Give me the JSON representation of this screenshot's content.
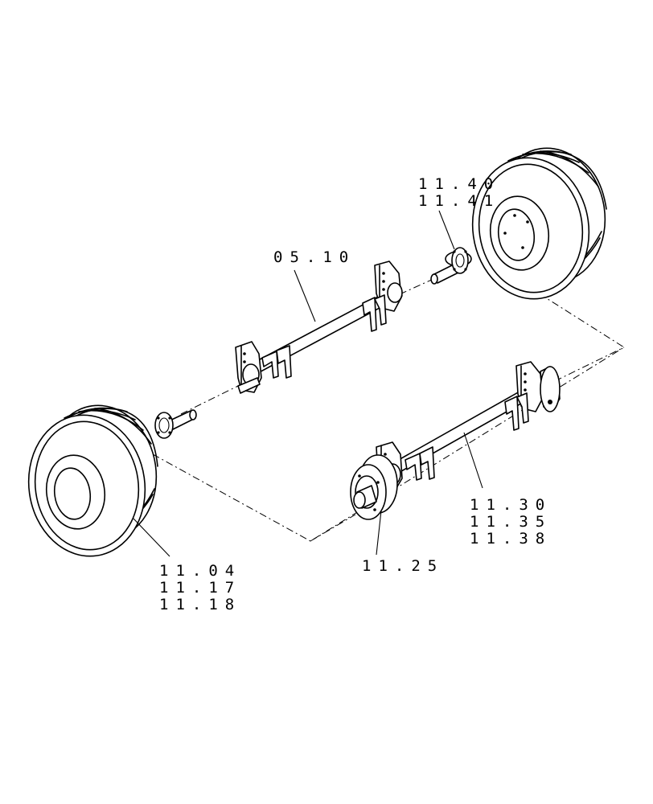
{
  "callouts": {
    "front_axle": [
      "05.10"
    ],
    "hub_spindle": [
      "11.40",
      "11.41"
    ],
    "rear_axle": [
      "11.30",
      "11.35",
      "11.38"
    ],
    "hub_disc": [
      "11.25"
    ],
    "wheel": [
      "11.04",
      "11.17",
      "11.18"
    ]
  }
}
